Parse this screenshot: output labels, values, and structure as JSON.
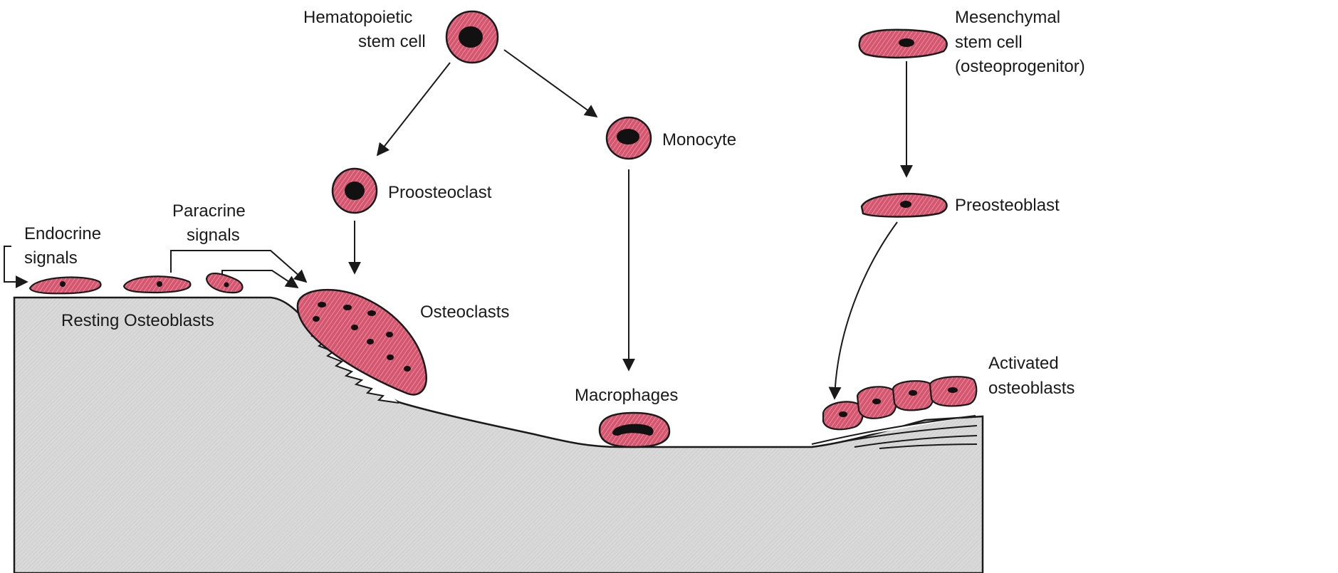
{
  "labels": {
    "hematopoietic_1": "Hematopoietic",
    "hematopoietic_2": "stem cell",
    "mesenchymal_1": "Mesenchymal",
    "mesenchymal_2": "stem cell",
    "mesenchymal_3": "(osteoprogenitor)",
    "monocyte": "Monocyte",
    "proosteoclast": "Proosteoclast",
    "preosteoblast": "Preosteoblast",
    "paracrine_1": "Paracrine",
    "paracrine_2": "signals",
    "endocrine_1": "Endocrine",
    "endocrine_2": "signals",
    "resting": "Resting Osteoblasts",
    "osteoclasts": "Osteoclasts",
    "macrophages": "Macrophages",
    "activated_1": "Activated",
    "activated_2": "osteoblasts"
  },
  "colors": {
    "cell_fill": "#d5566f",
    "nucleus": "#111111",
    "bone": "#d6d6d6",
    "outline": "#1a1a1a"
  }
}
